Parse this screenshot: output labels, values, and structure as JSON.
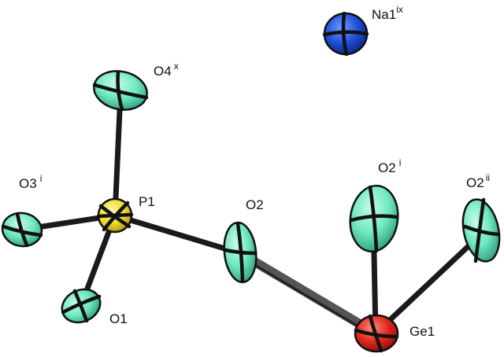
{
  "atoms": [
    {
      "id": "na1",
      "label": "Na1",
      "sup": "ix",
      "element": "Na",
      "color": "#1f4fd8"
    },
    {
      "id": "o4",
      "label": "O4",
      "sup": "x",
      "element": "O",
      "color": "#6ee8c0"
    },
    {
      "id": "o3",
      "label": "O3",
      "sup": "i",
      "element": "O",
      "color": "#6ee8c0"
    },
    {
      "id": "p1",
      "label": "P1",
      "sup": "",
      "element": "P",
      "color": "#f2dc2a"
    },
    {
      "id": "o2",
      "label": "O2",
      "sup": "",
      "element": "O",
      "color": "#6ee8c0"
    },
    {
      "id": "o1",
      "label": "O1",
      "sup": "",
      "element": "O",
      "color": "#6ee8c0"
    },
    {
      "id": "o2i",
      "label": "O2",
      "sup": "i",
      "element": "O",
      "color": "#6ee8c0"
    },
    {
      "id": "o2ii",
      "label": "O2",
      "sup": "ii",
      "element": "O",
      "color": "#6ee8c0"
    },
    {
      "id": "ge1",
      "label": "Ge1",
      "sup": "",
      "element": "Ge",
      "color": "#e0271c"
    }
  ],
  "bonds": [
    [
      "p1",
      "o4"
    ],
    [
      "p1",
      "o3"
    ],
    [
      "p1",
      "o1"
    ],
    [
      "p1",
      "o2"
    ],
    [
      "o2",
      "ge1"
    ],
    [
      "ge1",
      "o2i"
    ],
    [
      "ge1",
      "o2ii"
    ]
  ]
}
